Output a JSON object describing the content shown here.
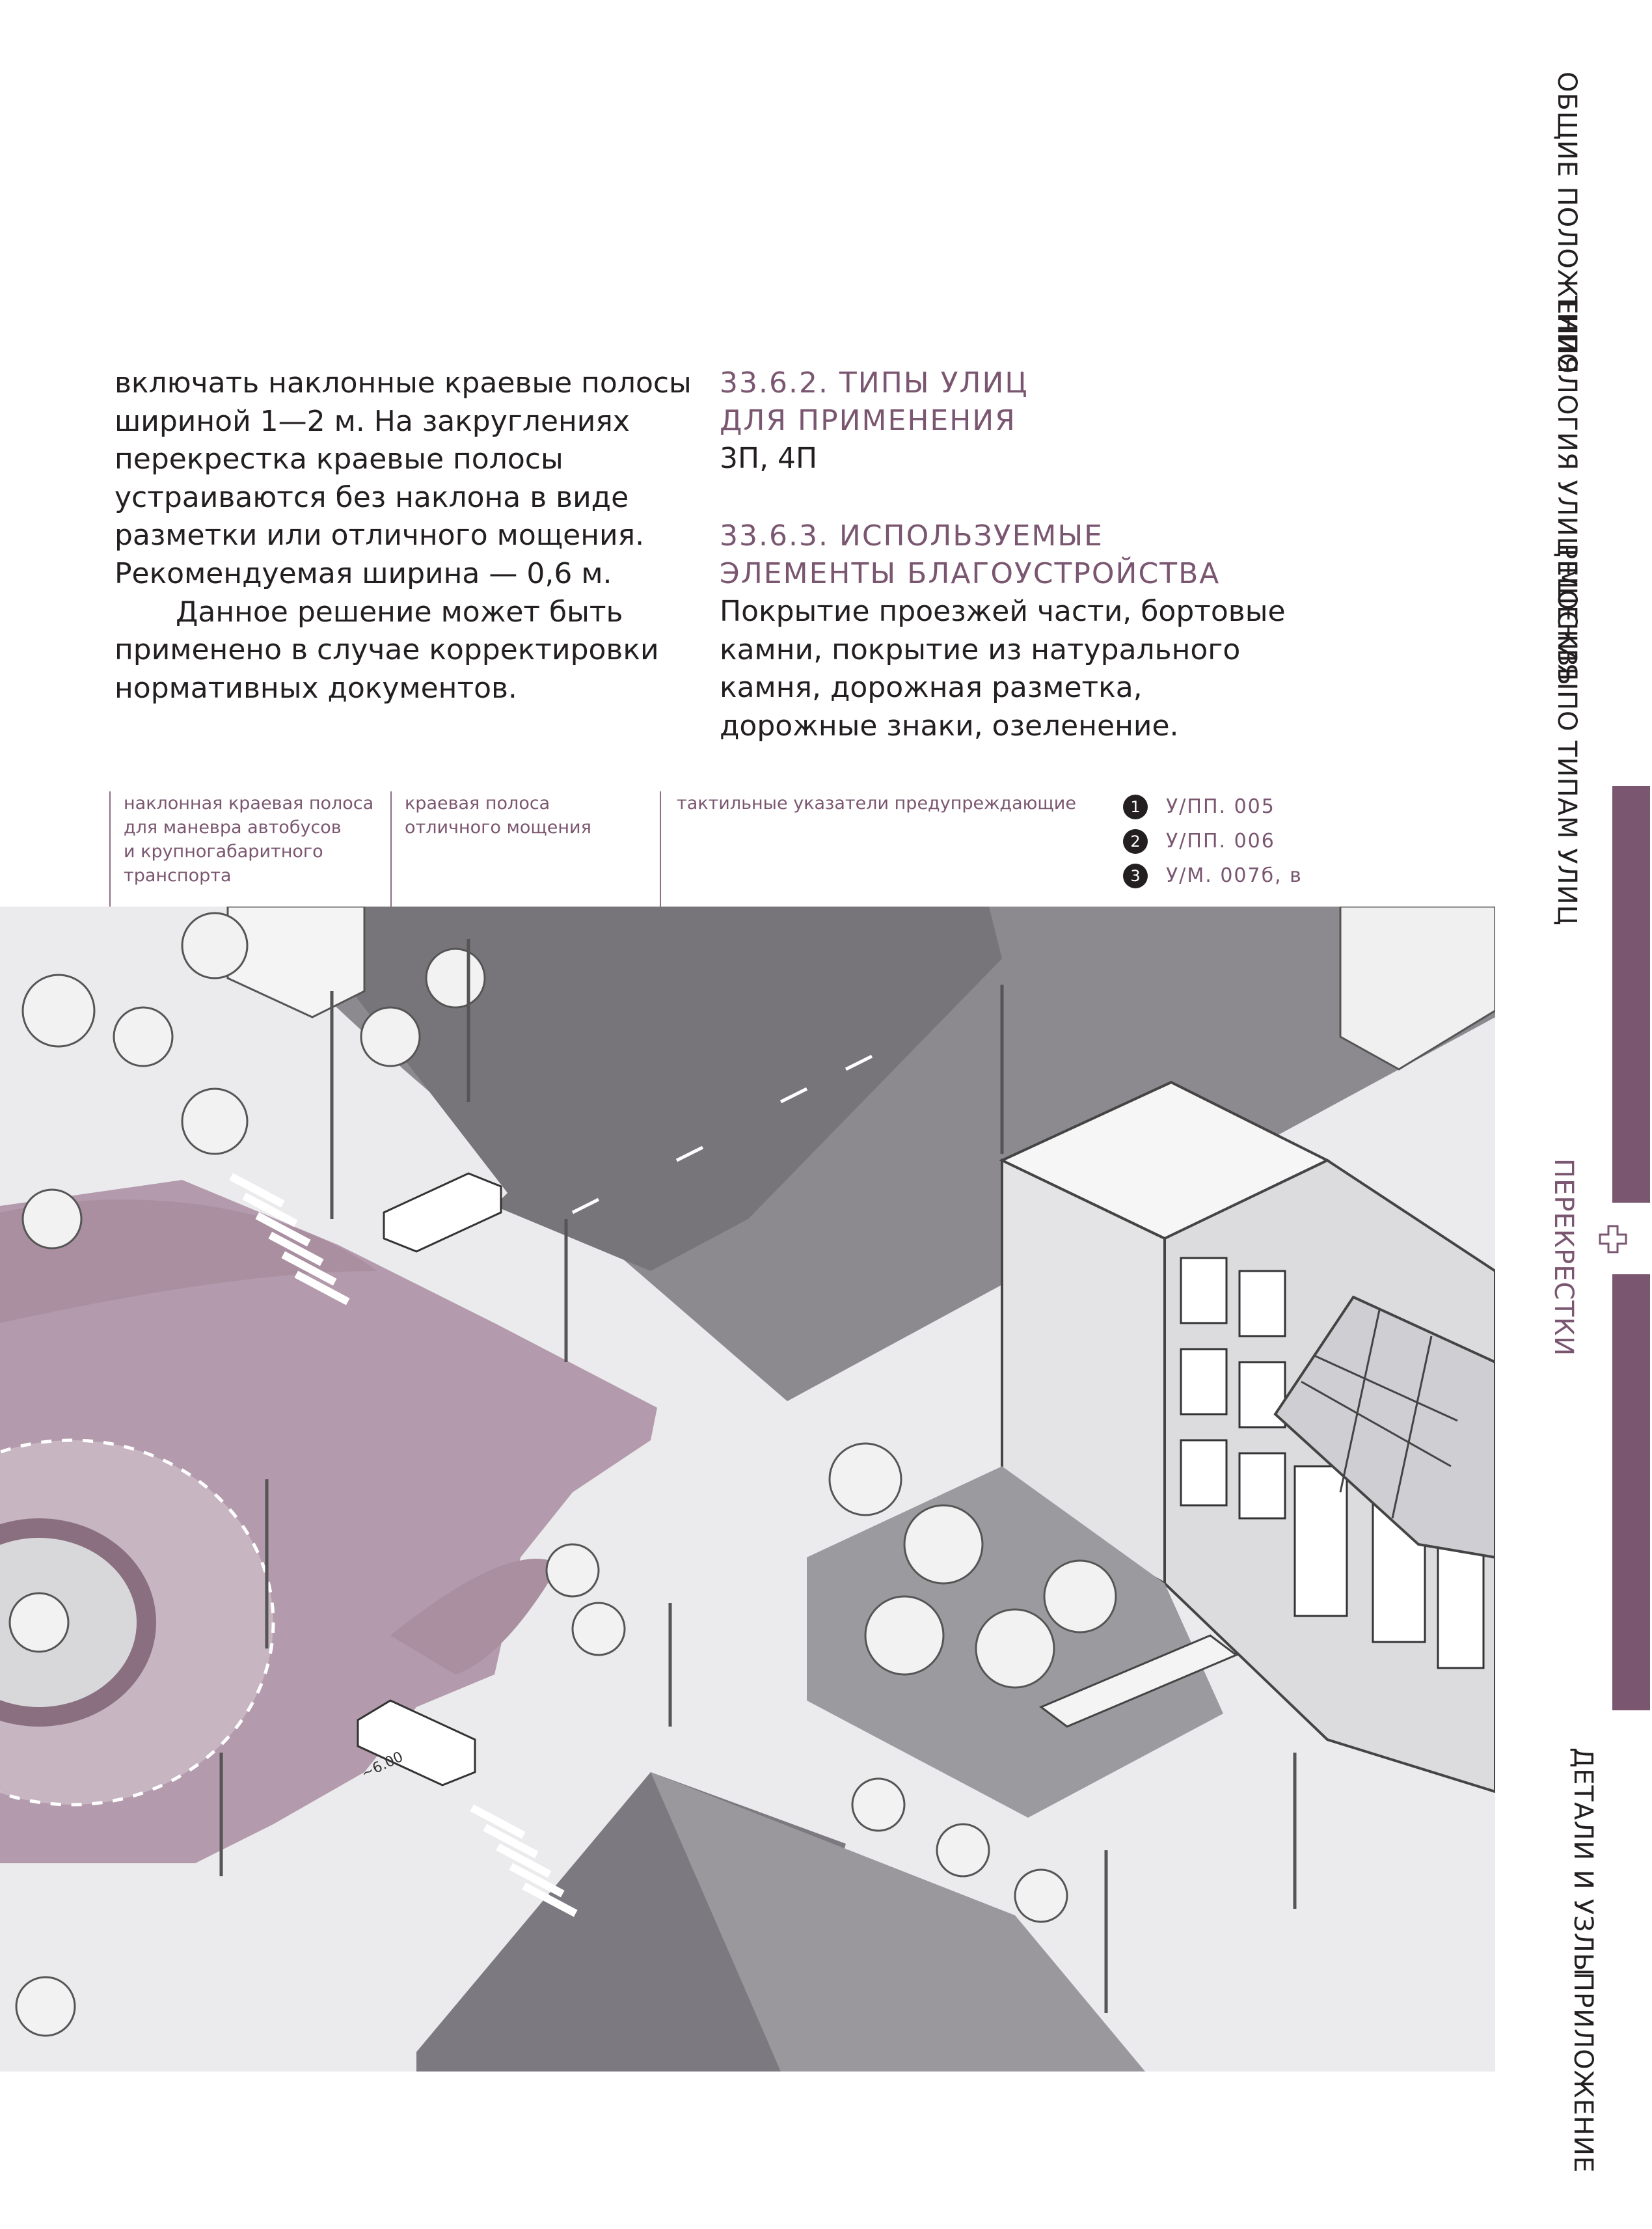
{
  "body_text": {
    "p1": "включать наклонные краевые полосы шириной 1—2 м. На закруглениях перекрестка краевые полосы устраиваются без наклона в виде разметки или отличного мощения. Рекомендуемая ширина — 0,6 м.",
    "p2": "Данное решение может быть применено в случае корректировки нормативных документов."
  },
  "section_types": {
    "heading_line1": "33.6.2. ТИПЫ УЛИЦ",
    "heading_line2": "ДЛЯ ПРИМЕНЕНИЯ",
    "body": "3П, 4П"
  },
  "section_elements": {
    "heading_line1": "33.6.3. ИСПОЛЬЗУЕМЫЕ",
    "heading_line2": "ЭЛЕМЕНТЫ БЛАГОУСТРОЙСТВА",
    "body": "Покрытие проезжей части, бортовые камни, покрытие из натурального камня, дорожная разметка, дорожные знаки, озеленение."
  },
  "legend": {
    "label1": [
      "наклонная краевая полоса",
      "для маневра автобусов",
      "и крупногабаритного",
      "транспорта"
    ],
    "label2": [
      "краевая полоса",
      "отличного мощения"
    ],
    "label3": [
      "тактильные указатели предупреждающие"
    ]
  },
  "references": [
    {
      "num": "1",
      "code": "У/ПП. 005"
    },
    {
      "num": "2",
      "code": "У/ПП. 006"
    },
    {
      "num": "3",
      "code": "У/М. 007б, в"
    }
  ],
  "illustration": {
    "dimension_label": "~6.00"
  },
  "sidebar": {
    "tab1_line1": "ОБЩИЕ",
    "tab1_line2": "ПОЛОЖЕНИЯ",
    "tab2_line1": "ТИПОЛОГИЯ",
    "tab2_line2": "УЛИЦ МОСКВЫ",
    "tab3_line1": "РЕШЕНИЯ",
    "tab3_line2": "ПО ТИПАМ УЛИЦ",
    "tab4": "ПЕРЕКРЕСТКИ",
    "tab5": "ДЕТАЛИ И УЗЛЫ",
    "tab6": "ПРИЛОЖЕНИЕ"
  },
  "colors": {
    "accent": "#7a5670",
    "plaza": "#b39aac",
    "asphalt": "#77757a",
    "sidewalk": "#d9d9dc"
  }
}
